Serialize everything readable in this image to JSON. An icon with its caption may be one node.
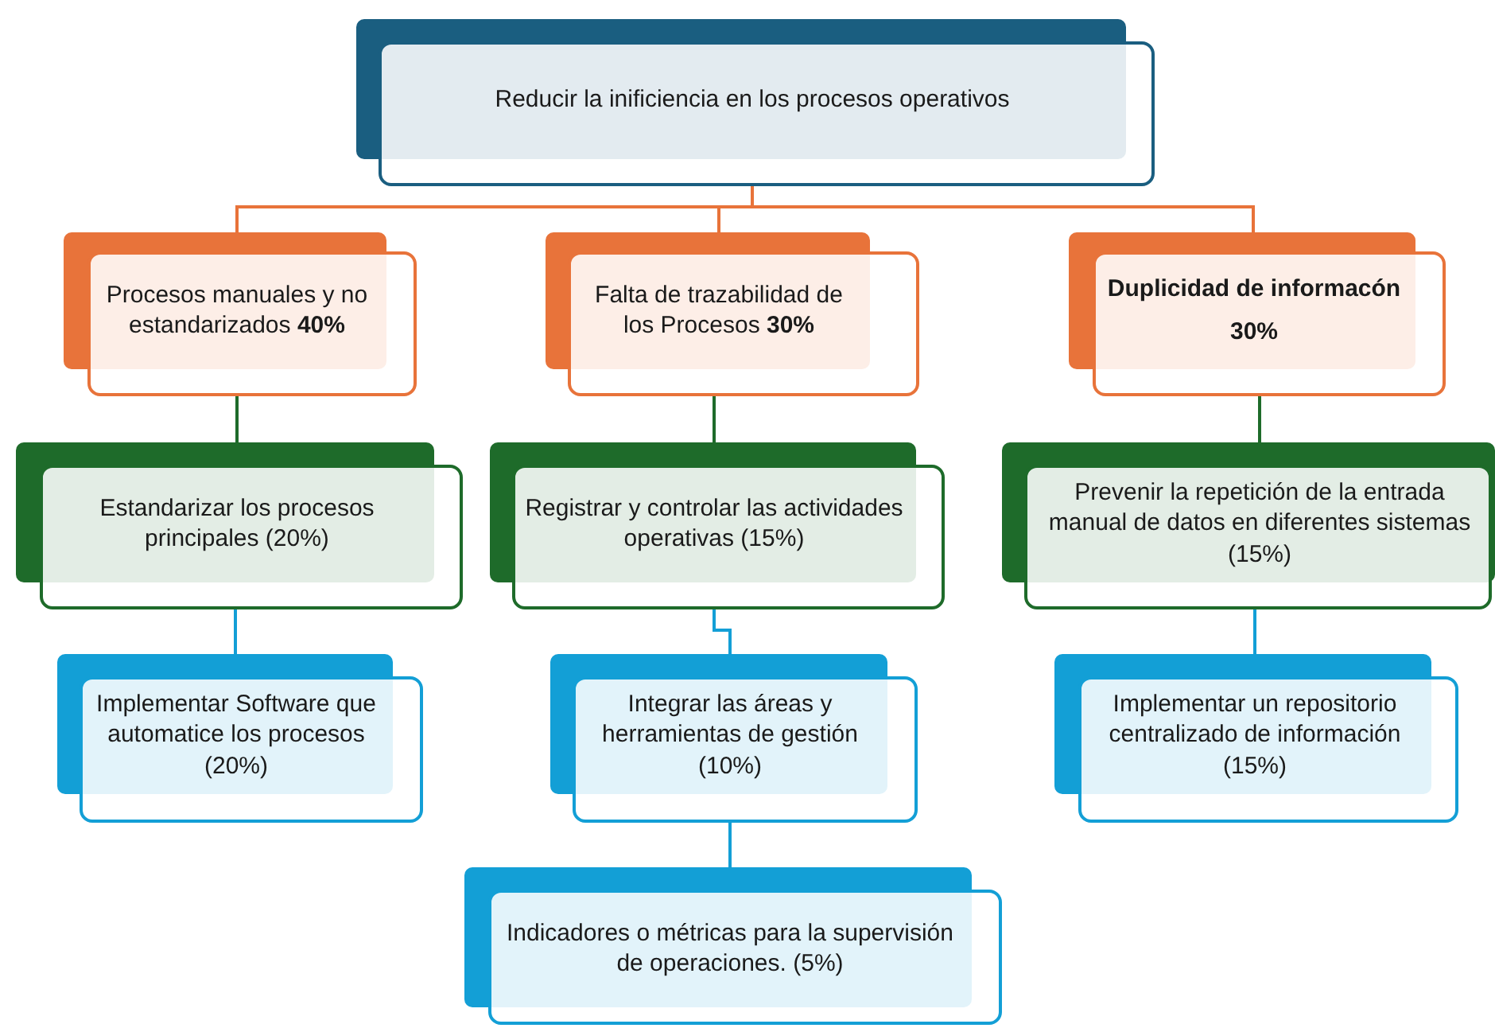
{
  "diagram": {
    "nodes": [
      {
        "text": [
          "Reducir la inificiencia en los procesos operativos"
        ]
      },
      {
        "text": [
          "Procesos manuales y no estandarizados **40%**"
        ]
      },
      {
        "text": [
          "Falta de trazabilidad de los Procesos **30%**"
        ]
      },
      {
        "text": [
          "Duplicidad de informacón",
          "30%"
        ]
      },
      {
        "text": [
          "Estandarizar los procesos principales (20%)"
        ]
      },
      {
        "text": [
          "Registrar y controlar las actividades operativas (15%)"
        ]
      },
      {
        "text": [
          "Prevenir la repetición de la entrada manual de datos en diferentes sistemas (15%)"
        ]
      },
      {
        "text": [
          "Implementar Software que automatice los procesos (20%)"
        ]
      },
      {
        "text": [
          "Integrar las áreas y herramientas de gestión (10%)"
        ]
      },
      {
        "text": [
          "Implementar un repositorio centralizado de información (15%)"
        ]
      },
      {
        "text": [
          "Indicadores o métricas para la supervisión de operaciones. (5%)"
        ]
      }
    ],
    "edges": [
      {
        "from": 0,
        "to": 1,
        "arrow": "none",
        "color": "#e8733a"
      },
      {
        "from": 0,
        "to": 2,
        "arrow": "none",
        "color": "#e8733a"
      },
      {
        "from": 0,
        "to": 3,
        "arrow": "none",
        "color": "#e8733a"
      },
      {
        "from": 1,
        "to": 4,
        "arrow": "none",
        "color": "#1e6b2a"
      },
      {
        "from": 2,
        "to": 5,
        "arrow": "none",
        "color": "#1e6b2a"
      },
      {
        "from": 3,
        "to": 6,
        "arrow": "none",
        "color": "#1e6b2a"
      },
      {
        "from": 4,
        "to": 7,
        "arrow": "none"
      },
      {
        "from": 5,
        "to": 8,
        "arrow": "none"
      },
      {
        "from": 6,
        "to": 9,
        "arrow": "none"
      },
      {
        "from": 8,
        "to": 10,
        "arrow": "none"
      }
    ]
  }
}
